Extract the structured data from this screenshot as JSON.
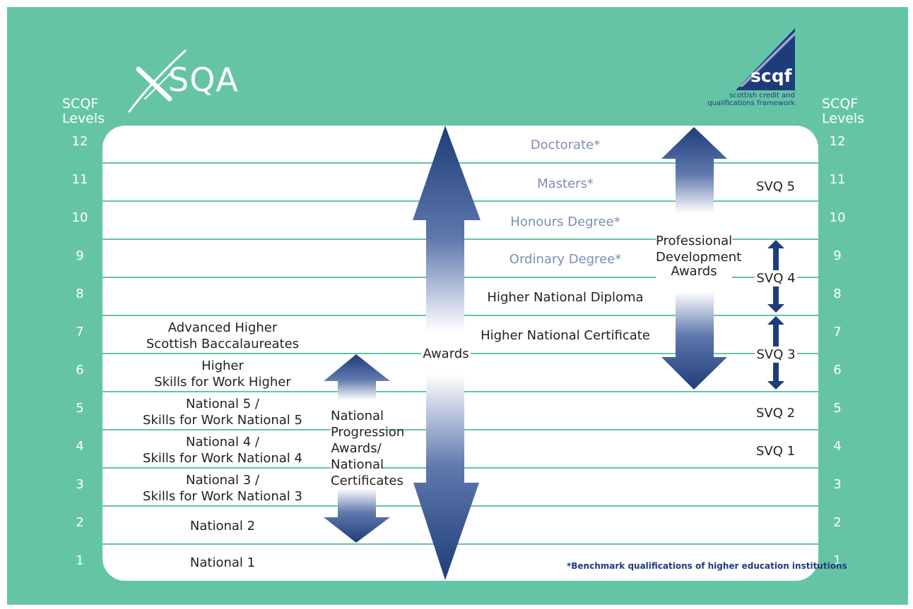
{
  "brand": {
    "sqa_logo_text": "SQA",
    "scqf_logo_text": "scqf",
    "scqf_tagline_1": "scottish credit and",
    "scqf_tagline_2": "qualifications framework"
  },
  "levels_header": {
    "left_line1": "SCQF",
    "left_line2": "Levels",
    "right_line1": "SCQF",
    "right_line2": "Levels"
  },
  "levels": [
    "12",
    "11",
    "10",
    "9",
    "8",
    "7",
    "6",
    "5",
    "4",
    "3",
    "2",
    "1"
  ],
  "school": {
    "l7": [
      "Advanced Higher",
      "Scottish Baccalaureates"
    ],
    "l6": [
      "Higher",
      "Skills for Work Higher"
    ],
    "l5": [
      "National 5 /",
      "Skills for Work National 5"
    ],
    "l4": [
      "National 4 /",
      "Skills for Work National 4"
    ],
    "l3": [
      "National 3 /",
      "Skills for Work National 3"
    ],
    "l2": "National 2",
    "l1": "National 1"
  },
  "npa": [
    "National",
    "Progression",
    "Awards/",
    "National",
    "Certificates"
  ],
  "awards_label": "Awards",
  "higher_ed": {
    "doctorate": "Doctorate*",
    "masters": "Masters*",
    "honours": "Honours Degree*",
    "ordinary": "Ordinary Degree*",
    "hnd": "Higher National Diploma",
    "hnc": "Higher National Certificate"
  },
  "pda": [
    "Professional",
    "Development",
    "Awards"
  ],
  "svq": {
    "svq5": "SVQ 5",
    "svq4": "SVQ 4",
    "svq3": "SVQ 3",
    "svq2": "SVQ 2",
    "svq1": "SVQ 1"
  },
  "footnote": "*Benchmark qualifications of higher education institutions",
  "colors": {
    "background_green": "#66c4a6",
    "arrow_navy": "#1f3c7a",
    "benchmark_text": "#7e8db7"
  }
}
